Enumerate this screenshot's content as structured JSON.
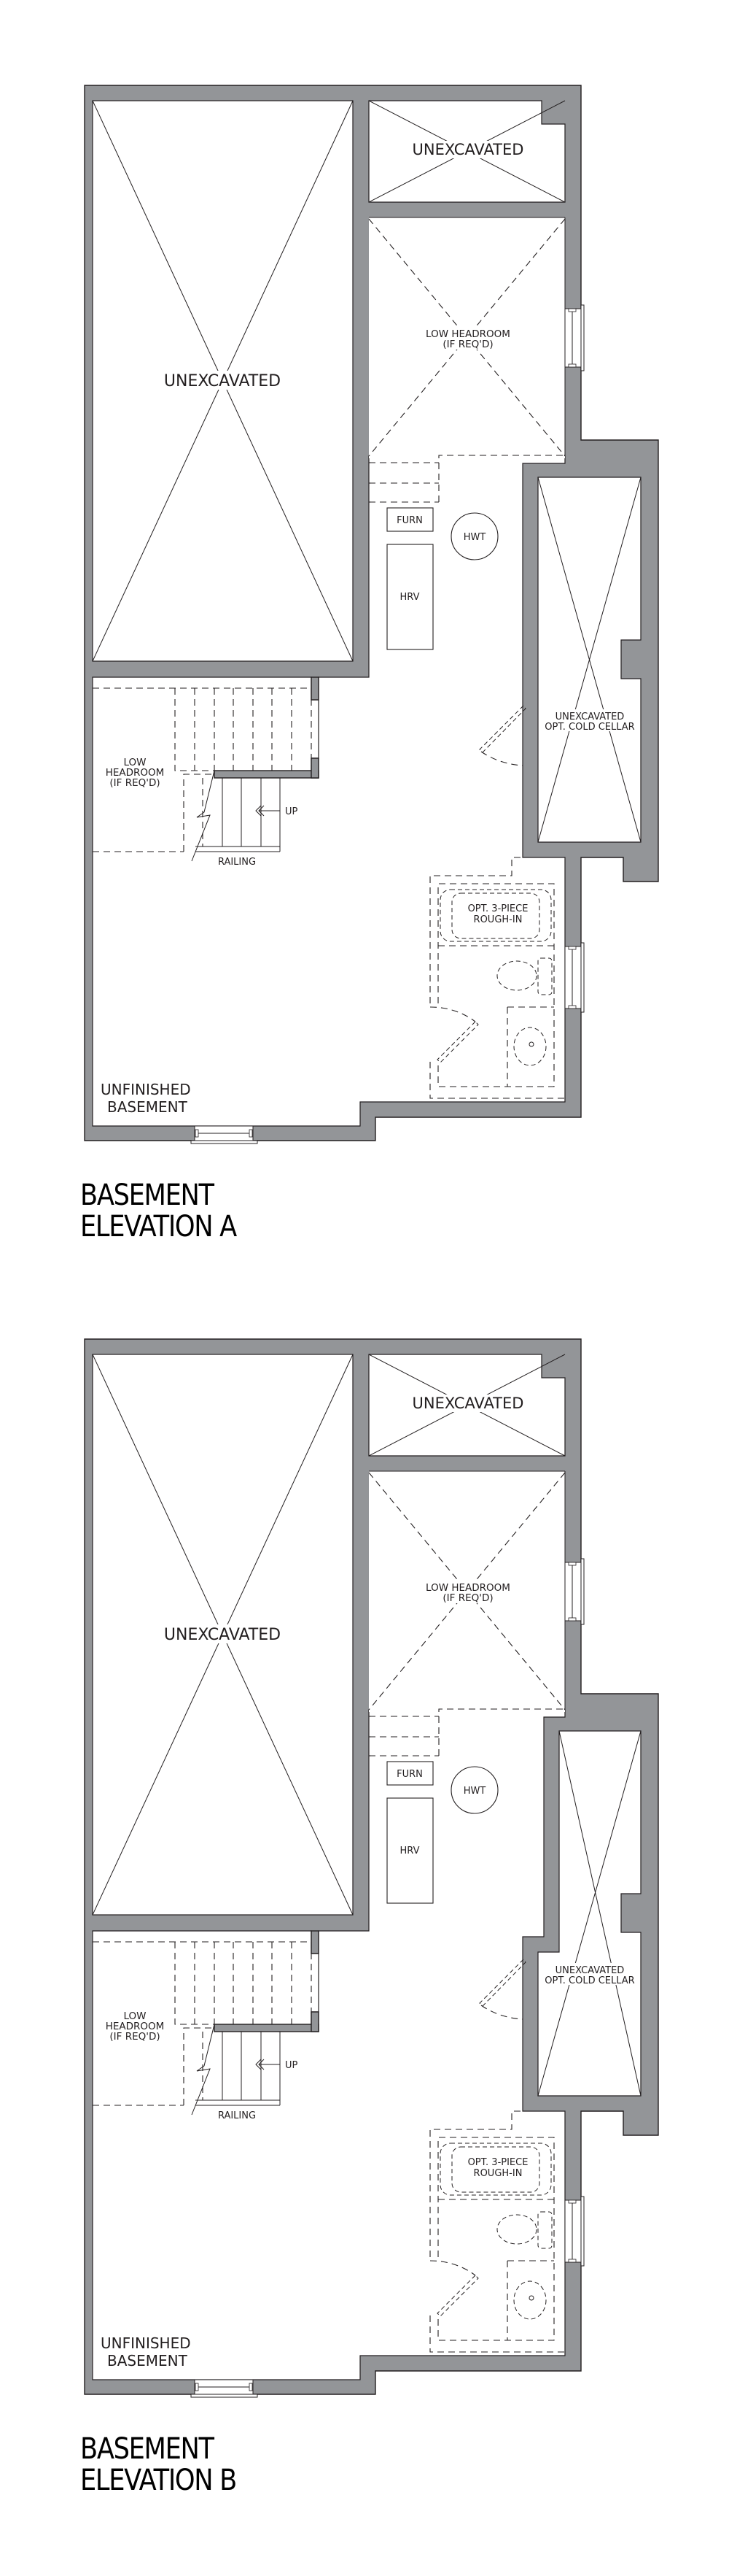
{
  "colors": {
    "wall": "#939598",
    "line": "#231f20",
    "background": "#ffffff"
  },
  "plans": [
    {
      "id": "A",
      "title_line1": "BASEMENT",
      "title_line2": "ELEVATION A",
      "labels": {
        "unexcavated_left": "UNEXCAVATED",
        "unexcavated_top": "UNEXCAVATED",
        "low_headroom_upper_1": "LOW HEADROOM",
        "low_headroom_upper_2": "(IF REQ'D)",
        "furn": "FURN",
        "hwt": "HWT",
        "hrv": "HRV",
        "cold_cellar_1": "UNEXCAVATED",
        "cold_cellar_2": "OPT. COLD CELLAR",
        "low_headroom_stair_1": "LOW",
        "low_headroom_stair_2": "HEADROOM",
        "low_headroom_stair_3": "(IF REQ'D)",
        "up": "UP",
        "railing": "RAILING",
        "rough_in_1": "OPT. 3-PIECE",
        "rough_in_2": "ROUGH-IN",
        "unfinished_1": "UNFINISHED",
        "unfinished_2": "BASEMENT"
      }
    },
    {
      "id": "B",
      "title_line1": "BASEMENT",
      "title_line2": "ELEVATION B",
      "labels": {
        "unexcavated_left": "UNEXCAVATED",
        "unexcavated_top": "UNEXCAVATED",
        "low_headroom_upper_1": "LOW HEADROOM",
        "low_headroom_upper_2": "(IF REQ'D)",
        "furn": "FURN",
        "hwt": "HWT",
        "hrv": "HRV",
        "cold_cellar_1": "UNEXCAVATED",
        "cold_cellar_2": "OPT. COLD CELLAR",
        "low_headroom_stair_1": "LOW",
        "low_headroom_stair_2": "HEADROOM",
        "low_headroom_stair_3": "(IF REQ'D)",
        "up": "UP",
        "railing": "RAILING",
        "rough_in_1": "OPT. 3-PIECE",
        "rough_in_2": "ROUGH-IN",
        "unfinished_1": "UNFINISHED",
        "unfinished_2": "BASEMENT"
      }
    }
  ]
}
